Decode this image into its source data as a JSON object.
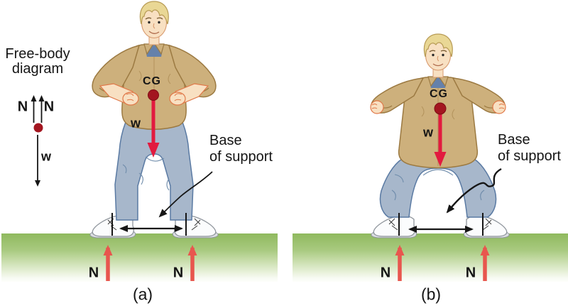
{
  "title": "Stability of a person standing: normal stance vs lowered center of gravity",
  "colors": {
    "weight_red": "#e21a3f",
    "normal_salmon": "#e8564e",
    "cg_dot": "#a31620",
    "ink_black": "#161616",
    "ground_green": "#8fb95e",
    "shirt_tan": "#cdb07c",
    "jeans_blue": "#a7b7cb",
    "skin": "#f8e0c2",
    "hair_blond": "#e9d795"
  },
  "free_body_diagram": {
    "title_line1": "Free-body",
    "title_line2": "diagram",
    "n_left": "N",
    "n_right": "N",
    "w": "w"
  },
  "figure_a": {
    "caption": "(a)",
    "cg": "CG",
    "w": "w",
    "n_left": "N",
    "n_right": "N",
    "base_line1": "Base",
    "base_line2": "of support"
  },
  "figure_b": {
    "caption": "(b)",
    "cg": "CG",
    "w": "w",
    "n_left": "N",
    "n_right": "N",
    "base_line1": "Base",
    "base_line2": "of support"
  }
}
